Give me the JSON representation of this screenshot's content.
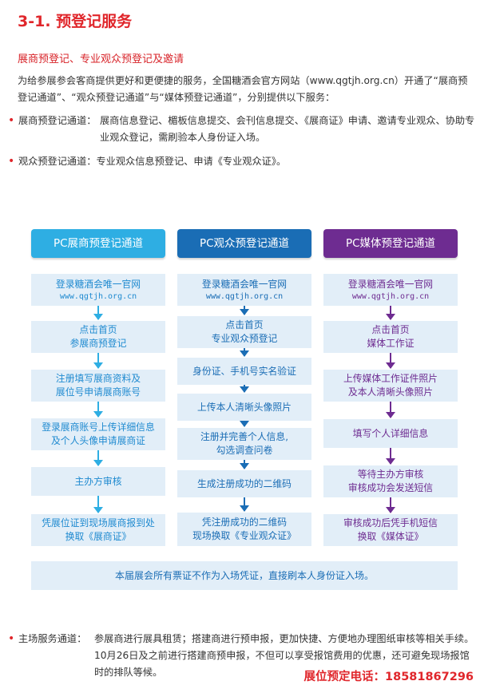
{
  "title": "3-1. 预登记服务",
  "subtitle": "展商预登记、专业观众预登记及邀请",
  "intro": "为给参展参会客商提供更好和更便捷的服务，全国糖酒会官方网站（www.qgtjh.org.cn）开通了“展商预登记通道”、“观众预登记通道”与“媒体预登记通道”，分别提供以下服务：",
  "bullets": {
    "exhibitor": {
      "key": "展商预登记通道：",
      "value": "展商信息登记、楣板信息提交、会刊信息提交、《展商证》申请、邀请专业观众、协助专业观众登记，需刷验本人身份证入场。"
    },
    "visitor": {
      "text": "观众预登记通道：专业观众信息预登记、申请《专业观众证》。"
    },
    "venue": {
      "key": "主场服务通道：",
      "value": "参展商进行展具租赁；搭建商进行预申报，更加快捷、方便地办理图纸审核等相关手续。10月26日及之前进行搭建商预申报，不但可以享受报馆费用的优惠，还可避免现场报馆时的排队等候。"
    }
  },
  "flow": {
    "col1": {
      "header": "PC展商预登记通道",
      "steps": [
        {
          "line1": "登录糖酒会唯一官网",
          "url": "www.qgtjh.org.cn"
        },
        {
          "line1": "点击首页",
          "line2": "参展商预登记"
        },
        {
          "line1": "注册填写展商资料及",
          "line2": "展位号申请展商账号"
        },
        {
          "line1": "登录展商账号上传详细信息",
          "line2": "及个人头像申请展商证"
        },
        {
          "line1": "主办方审核"
        },
        {
          "line1": "凭展位证到现场展商报到处",
          "line2": "换取《展商证》"
        }
      ]
    },
    "col2": {
      "header": "PC观众预登记通道",
      "steps": [
        {
          "line1": "登录糖酒会唯一官网",
          "url": "www.qgtjh.org.cn"
        },
        {
          "line1": "点击首页",
          "line2": "专业观众预登记"
        },
        {
          "line1": "身份证、手机号实名验证"
        },
        {
          "line1": "上传本人清晰头像照片"
        },
        {
          "line1": "注册并完善个人信息,",
          "line2": "勾选调查问卷"
        },
        {
          "line1": "生成注册成功的二维码"
        },
        {
          "line1": "凭注册成功的二维码",
          "line2": "现场换取《专业观众证》"
        }
      ]
    },
    "col3": {
      "header": "PC媒体预登记通道",
      "steps": [
        {
          "line1": "登录糖酒会唯一官网",
          "url": "www.qgtjh.org.cn"
        },
        {
          "line1": "点击首页",
          "line2": "媒体工作证"
        },
        {
          "line1": "上传媒体工作证件照片",
          "line2": "及本人清晰头像照片"
        },
        {
          "line1": "填写个人详细信息"
        },
        {
          "line1": "等待主办方审核",
          "line2": "审核成功会发送短信"
        },
        {
          "line1": "审核成功后凭手机短信",
          "line2": "换取《媒体证》"
        }
      ]
    },
    "note": "本届展会所有票证不作为入场凭证，直接刷本人身份证入场。"
  },
  "phone": "展位预定电话：18581867296",
  "colors": {
    "accent_red": "#e0262b",
    "exhibitor_blue": "#2eaee3",
    "visitor_blue": "#1a6db5",
    "media_purple": "#6e2c91",
    "step_bg": "#e2eef8"
  }
}
